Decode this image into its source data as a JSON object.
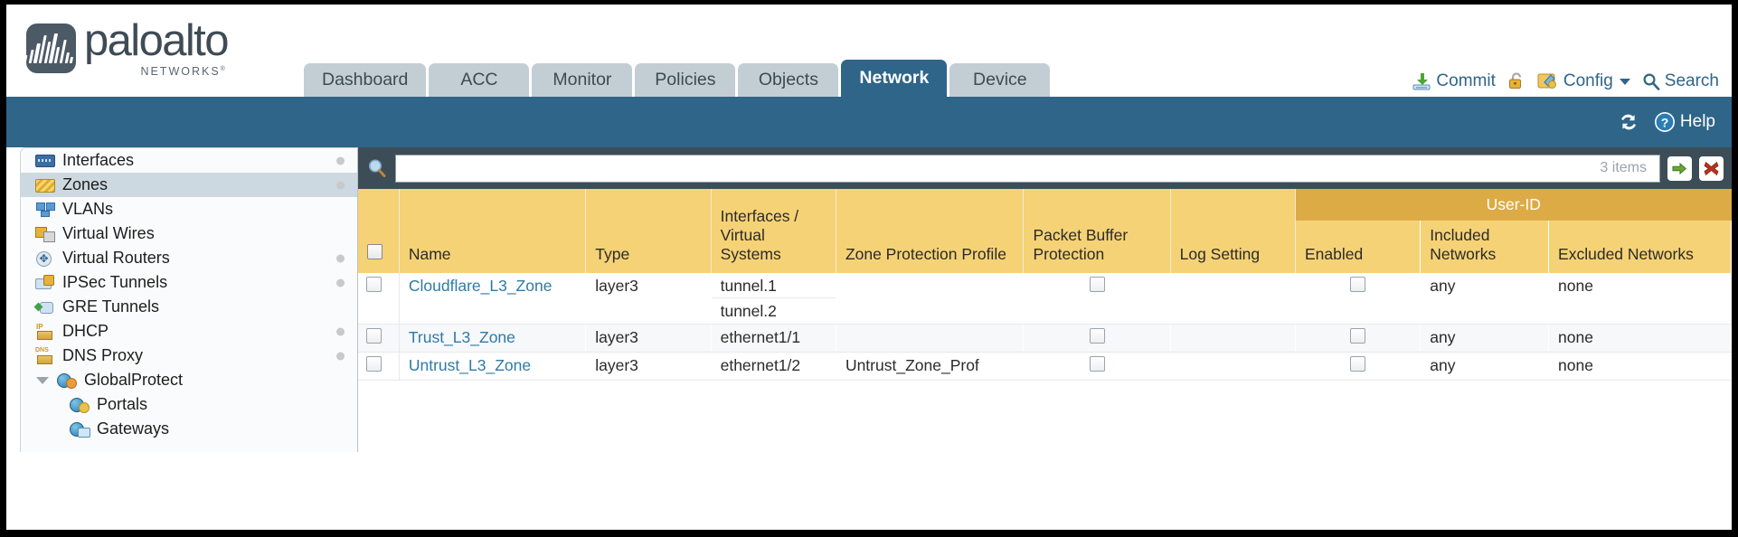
{
  "brand": {
    "name": "paloalto",
    "sub": "NETWORKS",
    "sub_mark": "®",
    "logo_icon": "waveform-logo-icon"
  },
  "header": {
    "tabs": [
      {
        "label": "Dashboard",
        "active": false
      },
      {
        "label": "ACC",
        "active": false
      },
      {
        "label": "Monitor",
        "active": false
      },
      {
        "label": "Policies",
        "active": false
      },
      {
        "label": "Objects",
        "active": false
      },
      {
        "label": "Network",
        "active": true
      },
      {
        "label": "Device",
        "active": false
      }
    ],
    "utils": {
      "commit": "Commit",
      "commit_icon": "commit-download-icon",
      "lock_icon": "unlock-icon",
      "config": "Config",
      "config_icon": "config-wrench-icon",
      "config_caret": "chevron-down-icon",
      "search": "Search",
      "search_icon": "search-magnifier-icon"
    }
  },
  "subbar": {
    "refresh_icon": "refresh-icon",
    "help": "Help",
    "help_icon": "help-question-icon"
  },
  "sidebar": {
    "items": [
      {
        "label": "Interfaces",
        "icon": "interfaces-icon",
        "dot": true,
        "selected": false,
        "level": 0
      },
      {
        "label": "Zones",
        "icon": "zones-icon",
        "dot": true,
        "selected": true,
        "level": 0
      },
      {
        "label": "VLANs",
        "icon": "vlans-icon",
        "dot": false,
        "selected": false,
        "level": 0
      },
      {
        "label": "Virtual Wires",
        "icon": "virtual-wires-icon",
        "dot": false,
        "selected": false,
        "level": 0
      },
      {
        "label": "Virtual Routers",
        "icon": "virtual-routers-icon",
        "dot": true,
        "selected": false,
        "level": 0
      },
      {
        "label": "IPSec Tunnels",
        "icon": "ipsec-tunnels-icon",
        "dot": true,
        "selected": false,
        "level": 0
      },
      {
        "label": "GRE Tunnels",
        "icon": "gre-tunnels-icon",
        "dot": false,
        "selected": false,
        "level": 0
      },
      {
        "label": "DHCP",
        "icon": "dhcp-icon",
        "dot": true,
        "selected": false,
        "level": 0
      },
      {
        "label": "DNS Proxy",
        "icon": "dns-proxy-icon",
        "dot": true,
        "selected": false,
        "level": 0
      },
      {
        "label": "GlobalProtect",
        "icon": "globalprotect-icon",
        "dot": false,
        "selected": false,
        "level": 0,
        "expanded": true
      },
      {
        "label": "Portals",
        "icon": "portals-icon",
        "dot": false,
        "selected": false,
        "level": 1
      },
      {
        "label": "Gateways",
        "icon": "gateways-icon",
        "dot": false,
        "selected": false,
        "level": 1
      }
    ]
  },
  "search": {
    "value": "",
    "placeholder": "",
    "items_count": "3 items",
    "apply_icon": "green-arrow-apply-icon",
    "clear_icon": "red-x-clear-icon",
    "magnifier_icon": "search-magnifier-icon"
  },
  "table": {
    "group_header": "User-ID",
    "columns": [
      "Name",
      "Type",
      "Interfaces / Virtual Systems",
      "Zone Protection Profile",
      "Packet Buffer Protection",
      "Log Setting",
      "Enabled",
      "Included Networks",
      "Excluded Networks"
    ],
    "rows": [
      {
        "selected": false,
        "name": "Cloudflare_L3_Zone",
        "type": "layer3",
        "interfaces": [
          "tunnel.1",
          "tunnel.2"
        ],
        "zone_protection_profile": "",
        "packet_buffer_protection": false,
        "log_setting": "",
        "userid_enabled": false,
        "included_networks": "any",
        "excluded_networks": "none"
      },
      {
        "selected": false,
        "name": "Trust_L3_Zone",
        "type": "layer3",
        "interfaces": [
          "ethernet1/1"
        ],
        "zone_protection_profile": "",
        "packet_buffer_protection": false,
        "log_setting": "",
        "userid_enabled": false,
        "included_networks": "any",
        "excluded_networks": "none"
      },
      {
        "selected": false,
        "name": "Untrust_L3_Zone",
        "type": "layer3",
        "interfaces": [
          "ethernet1/2"
        ],
        "zone_protection_profile": "Untrust_Zone_Prof",
        "packet_buffer_protection": false,
        "log_setting": "",
        "userid_enabled": false,
        "included_networks": "any",
        "excluded_networks": "none"
      }
    ]
  },
  "colors": {
    "brand_slate": "#3f4b55",
    "tab_active_bg": "#2e6588",
    "tab_inactive_bg": "#c3ced4",
    "subbar_bg": "#2e6588",
    "header_amber": "#f5d275",
    "group_amber": "#ddab45",
    "link_blue": "#2e7aa8",
    "searchbar_bg": "#3d4d58",
    "sidebar_selected": "#ccd9e1"
  }
}
